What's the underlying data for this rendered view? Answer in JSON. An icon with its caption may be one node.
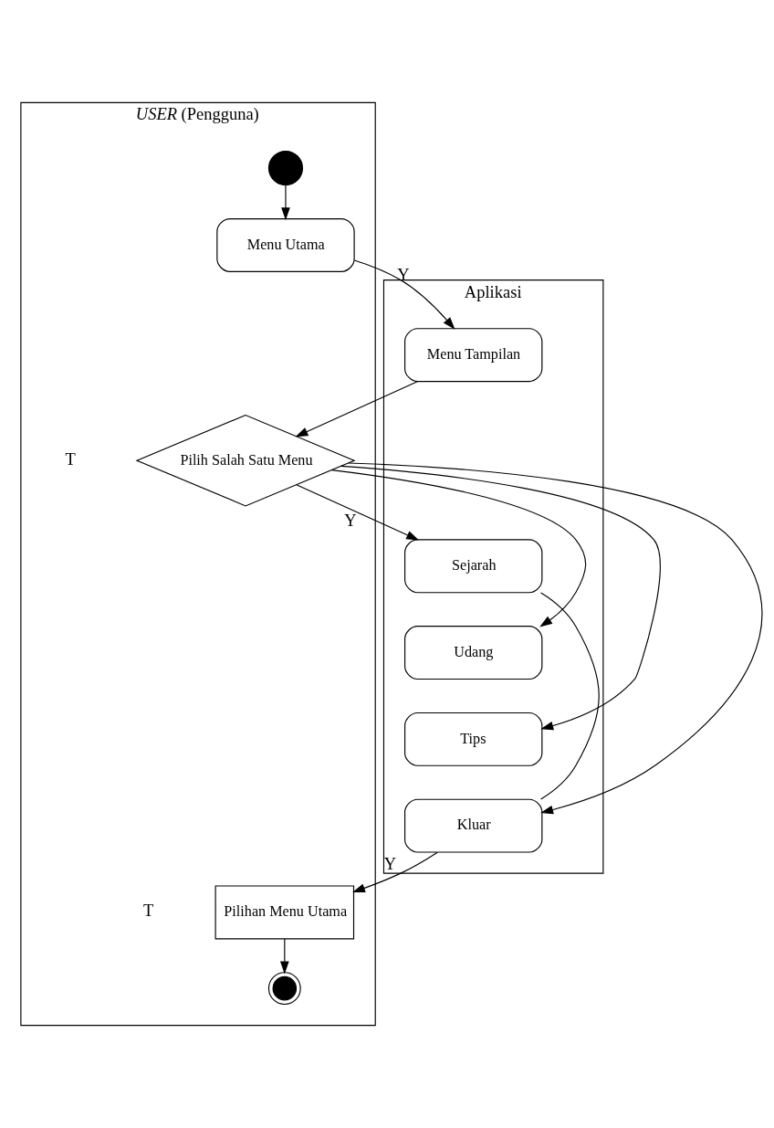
{
  "diagram": {
    "nodes": [
      {
        "text": [
          "*USER* (Pengguna)"
        ]
      },
      {
        "text": [
          "Aplikasi"
        ]
      },
      {
        "text": [],
        "shape": "circle",
        "in": 0
      },
      {
        "text": [
          "Menu Utama"
        ],
        "in": 0
      },
      {
        "text": [
          "Menu Tampilan"
        ],
        "in": 1
      },
      {
        "text": [
          "Pilih Salah Satu Menu"
        ],
        "in": 0
      },
      {
        "text": [
          "Sejarah"
        ],
        "in": 1
      },
      {
        "text": [
          "Udang"
        ],
        "in": 1
      },
      {
        "text": [
          "Tips"
        ],
        "in": 1
      },
      {
        "text": [
          "Kluar"
        ],
        "in": 1
      },
      {
        "text": [
          "Pilihan Menu Utama"
        ],
        "in": 0
      },
      {
        "text": [],
        "shape": "bullseye",
        "in": 0
      }
    ],
    "edges": [
      {
        "from": 2,
        "to": 3,
        "arrow": "to"
      },
      {
        "from": 3,
        "to": 4,
        "arrow": "to",
        "label": "Y"
      },
      {
        "from": 4,
        "to": 5,
        "arrow": "to"
      },
      {
        "from": 5,
        "to": 6,
        "arrow": "to",
        "label": "Y"
      },
      {
        "from": 5,
        "to": 7,
        "arrow": "to"
      },
      {
        "from": 5,
        "to": 8,
        "arrow": "to"
      },
      {
        "from": 5,
        "to": 9,
        "arrow": "to"
      },
      {
        "from": 9,
        "to": 6,
        "arrow": "none"
      },
      {
        "from": 9,
        "to": 10,
        "arrow": "to",
        "label": "Y"
      },
      {
        "from": 10,
        "to": 11,
        "arrow": "to"
      }
    ],
    "labels": [
      "T",
      "T"
    ]
  }
}
